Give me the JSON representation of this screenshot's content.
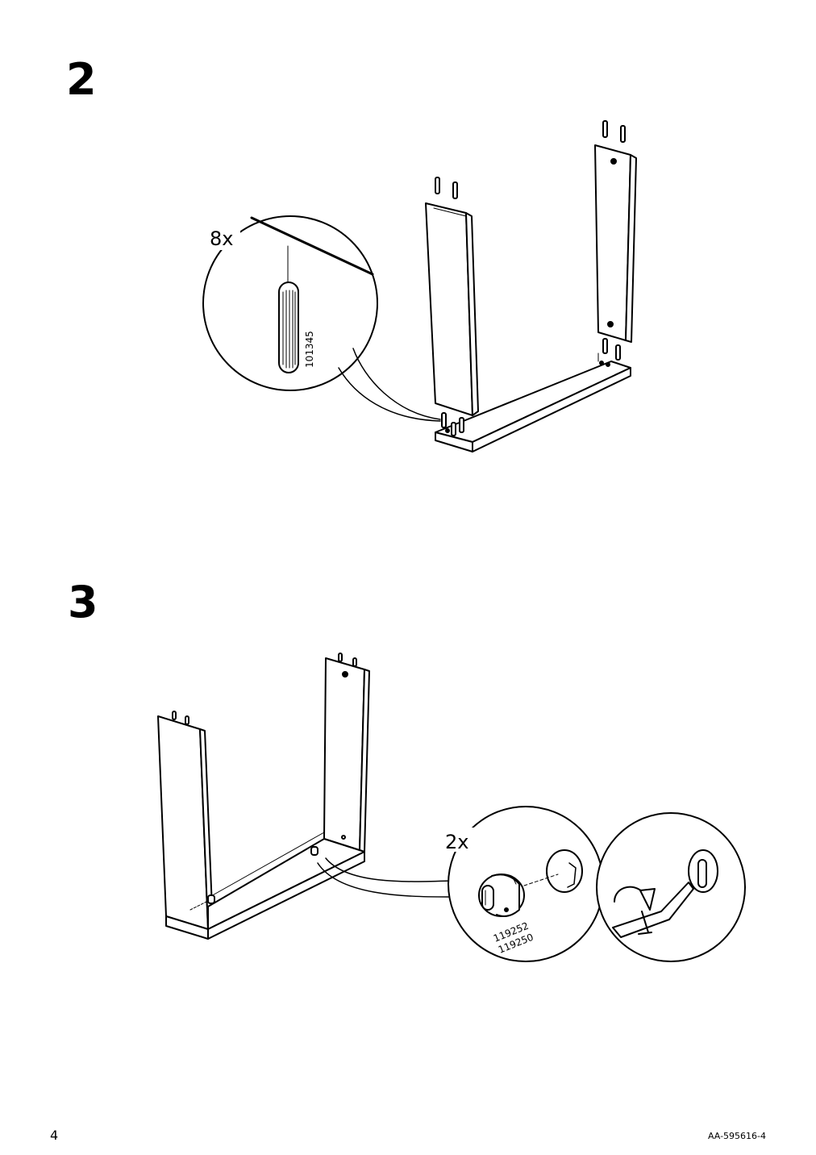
{
  "steps": [
    {
      "number": "2",
      "callout": {
        "quantity": "8x",
        "part_number": "101345",
        "part_icon": "wooden-dowel-icon"
      }
    },
    {
      "number": "3",
      "callout": {
        "quantity": "2x",
        "part_numbers": [
          "119252",
          "119250"
        ],
        "part_icon": "cam-lock-icon",
        "tool_icon": "flat-screwdriver-icon"
      }
    }
  ],
  "footer": {
    "page_number": "4",
    "document_code": "AA-595616-4"
  }
}
